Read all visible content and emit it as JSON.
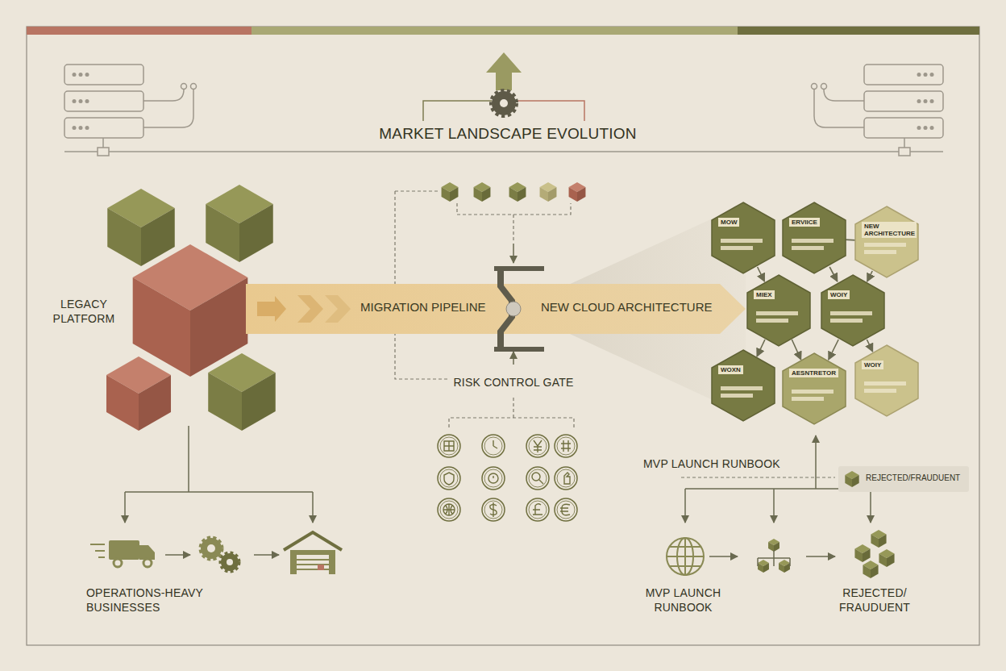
{
  "diagram": {
    "title": "MARKET LANDSCAPE EVOLUTION",
    "nodes": [
      {
        "text": [
          "MIGRATION PIPELINE",
          "NEW CLOUD ARCHITECTURE"
        ]
      },
      {
        "text": [
          "MOW"
        ]
      },
      {
        "text": [
          "ERVIICE"
        ]
      },
      {
        "text": [
          "NEW ARCHITECTURE"
        ]
      },
      {
        "text": [
          "MIEX"
        ]
      },
      {
        "text": [
          "WOIY"
        ]
      },
      {
        "text": [
          "WOXN"
        ]
      },
      {
        "text": [
          "AESNTRETOR"
        ]
      },
      {
        "text": [
          "WOIY"
        ]
      },
      {
        "text": [
          "REJECTED/FRAUDUENT"
        ]
      }
    ],
    "edges": [
      {
        "from": 1,
        "to": 4,
        "arrow": "to"
      },
      {
        "from": 2,
        "to": 3,
        "arrow": "to"
      },
      {
        "from": 2,
        "to": 5,
        "arrow": "to"
      },
      {
        "from": 3,
        "to": 5,
        "arrow": "to"
      },
      {
        "from": 4,
        "to": 6,
        "arrow": "to"
      },
      {
        "from": 4,
        "to": 7,
        "arrow": "to"
      },
      {
        "from": 5,
        "to": 7,
        "arrow": "to"
      },
      {
        "from": 5,
        "to": 8,
        "arrow": "to"
      }
    ],
    "labels": [
      "LEGACY PLATFORM",
      "RISK CONTROL GATE",
      "MVP LAUNCH RUNBOOK",
      "OPERATIONS-HEAVY BUSINESSES",
      "MVP LAUNCH RUNBOOK",
      "REJECTED/ FRAUDUENT"
    ]
  }
}
